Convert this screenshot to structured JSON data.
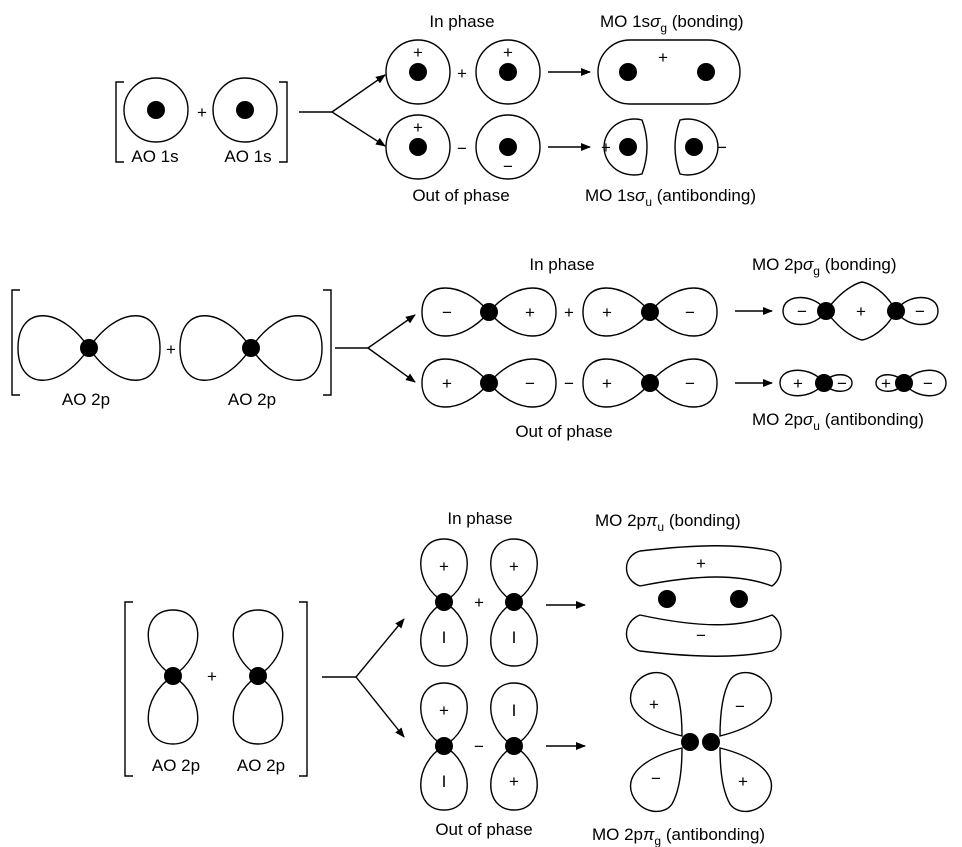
{
  "sections": {
    "s1": {
      "ao_left": "AO 1s",
      "ao_right": "AO 1s",
      "plus": "+",
      "in_phase": "In phase",
      "out_phase": "Out of phase",
      "mo_bonding": {
        "pre": "MO 1s",
        "greek": "σ",
        "sub": "g",
        "post": " (bonding)"
      },
      "mo_antibonding": {
        "pre": "MO 1s",
        "greek": "σ",
        "sub": "u",
        "post": " (antibonding)"
      }
    },
    "s2": {
      "ao_left": "AO 2p",
      "ao_right": "AO 2p",
      "plus": "+",
      "in_phase": "In phase",
      "out_phase": "Out of phase",
      "mo_bonding": {
        "pre": "MO 2p",
        "greek": "σ",
        "sub": "g",
        "post": " (bonding)"
      },
      "mo_antibonding": {
        "pre": "MO 2p",
        "greek": "σ",
        "sub": "u",
        "post": " (antibonding)"
      }
    },
    "s3": {
      "ao_left": "AO 2p",
      "ao_right": "AO 2p",
      "plus": "+",
      "in_phase": "In phase",
      "out_phase": "Out of phase",
      "mo_bonding": {
        "pre": "MO 2p",
        "greek": "π",
        "sub": "u",
        "post": " (bonding)"
      },
      "mo_antibonding": {
        "pre": "MO 2p",
        "greek": "π",
        "sub": "g",
        "post": " (antibonding)"
      }
    }
  },
  "signs": {
    "plus": "+",
    "minus": "−",
    "bar": "I"
  }
}
